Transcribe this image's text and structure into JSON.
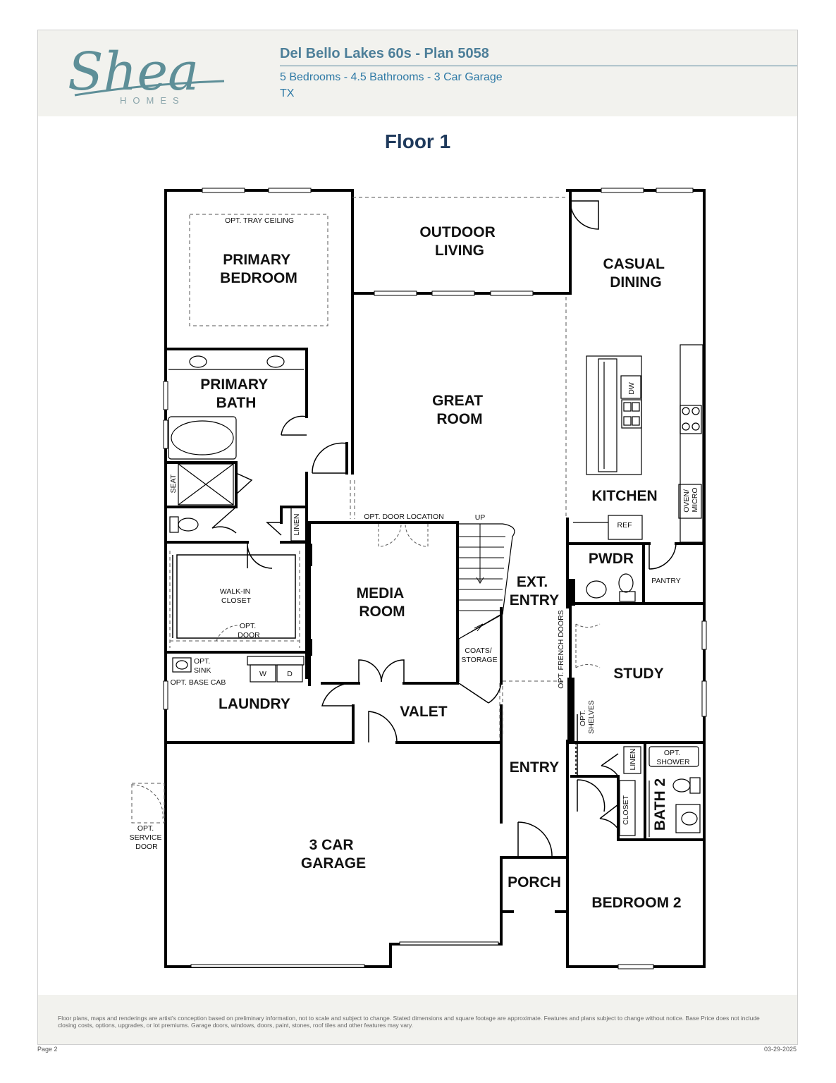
{
  "header": {
    "logo_name": "Shea",
    "logo_sub": "HOMES",
    "title": "Del Bello Lakes 60s - Plan 5058",
    "subtitle": "5 Bedrooms - 4.5 Bathrooms - 3 Car Garage",
    "state": "TX"
  },
  "floor_title": "Floor 1",
  "rooms": {
    "primary_bedroom": [
      "PRIMARY",
      "BEDROOM"
    ],
    "outdoor_living": [
      "OUTDOOR",
      "LIVING"
    ],
    "casual_dining": [
      "CASUAL",
      "DINING"
    ],
    "primary_bath": [
      "PRIMARY",
      "BATH"
    ],
    "great_room": [
      "GREAT",
      "ROOM"
    ],
    "kitchen": "KITCHEN",
    "media_room": [
      "MEDIA",
      "ROOM"
    ],
    "ext_entry": [
      "EXT.",
      "ENTRY"
    ],
    "pwdr": "PWDR",
    "study": "STUDY",
    "laundry": "LAUNDRY",
    "valet": "VALET",
    "entry": "ENTRY",
    "garage": [
      "3 CAR",
      "GARAGE"
    ],
    "porch": "PORCH",
    "bedroom2": "BEDROOM 2",
    "bath2": "BATH 2"
  },
  "labels": {
    "opt_tray_ceiling": "OPT. TRAY CEILING",
    "dw": "DW",
    "oven_micro": [
      "OVEN/",
      "MICRO"
    ],
    "ref": "REF",
    "pantry": "PANTRY",
    "seat": "SEAT",
    "linen": "LINEN",
    "walk_in_closet": [
      "WALK-IN",
      "CLOSET"
    ],
    "opt_door": [
      "OPT.",
      "DOOR"
    ],
    "opt_door_location": "OPT. DOOR LOCATION",
    "up": "UP",
    "coats_storage": [
      "COATS/",
      "STORAGE"
    ],
    "opt_french_doors": "OPT. FRENCH DOORS",
    "opt_sink": [
      "OPT.",
      "SINK"
    ],
    "opt_base_cab": "OPT. BASE CAB",
    "washer": "W",
    "dryer": "D",
    "opt_shelves": [
      "OPT.",
      "SHELVES"
    ],
    "opt_shower": [
      "OPT.",
      "SHOWER"
    ],
    "linen2": "LINEN",
    "closet": "CLOSET",
    "opt_service_door": [
      "OPT.",
      "SERVICE",
      "DOOR"
    ]
  },
  "footer": {
    "disclaimer": "Floor plans, maps and renderings are artist's conception based on preliminary information, not to scale and subject to change. Stated dimensions and square footage are approximate. Features and plans subject to change without notice. Base Price does not include closing costs, options, upgrades, or lot premiums. Garage doors, windows, doors, paint, stones, roof tiles and other features may vary.",
    "page": "Page 2",
    "date": "03-29-2025"
  }
}
